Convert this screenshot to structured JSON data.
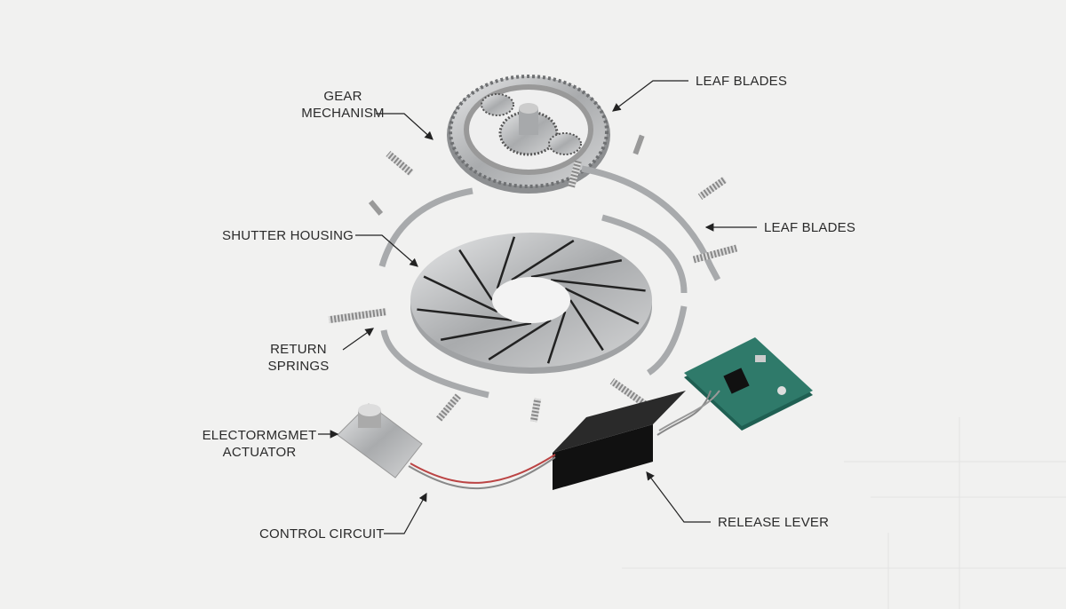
{
  "labels": {
    "gear_mechanism": [
      "GEAR",
      "MECHANISM"
    ],
    "leaf_blades_top": "LEAF BLADES",
    "leaf_blades_right": "LEAF BLADES",
    "shutter_housing": "SHUTTER HOUSING",
    "return_springs": [
      "RETURN",
      "SPRINGS"
    ],
    "actuator": [
      "ELECTORMGMET",
      "ACTUATOR"
    ],
    "control_circuit": "CONTROL CIRCUIT",
    "release_lever": "RELEASE LEVER"
  },
  "colors": {
    "background": "#f1f1f0",
    "metal": "#b9bbbd",
    "pcb": "#2f7a6a",
    "box": "#1b1b1b",
    "text": "#2a2a2a"
  }
}
